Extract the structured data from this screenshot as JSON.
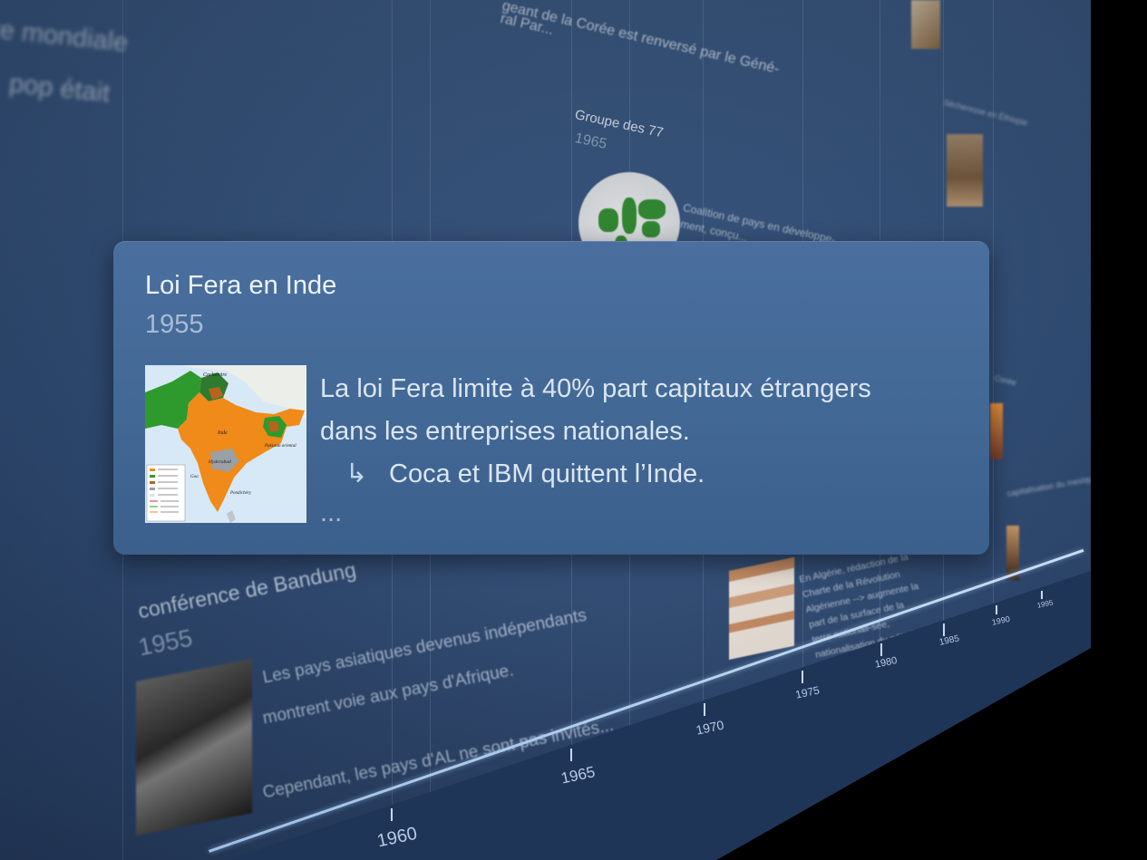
{
  "card": {
    "title": "Loi Fera en Inde",
    "year": "1955",
    "description_line1": "La loi Fera limite à 40% part capitaux étrangers",
    "description_line2": "dans les entreprises nationales.",
    "sub_point": "Coca et IBM quittent l’Inde.",
    "arrow_glyph": "↳",
    "ellipsis": "...",
    "map_labels": {
      "region1": "Cachemire",
      "country1": "Inde",
      "region2": "Hyderabad",
      "region3": "Pakistan oriental",
      "region4": "Pondichéry",
      "region5": "Goa"
    }
  },
  "background": {
    "upper_left_line1": "re mondiale",
    "upper_left_line2": "pop était",
    "top_fragment_line1": "geant de la Corée est renversé par le Géné-",
    "top_fragment_line2": "ral Par...",
    "bandung": {
      "title": "conférence de Bandung",
      "year": "1955",
      "line1": "Les pays asiatiques devenus indépendants",
      "line2": "montrent voie aux pays d'Afrique.",
      "line3": "Cependant, les pays d'AL ne sont pas invités..."
    },
    "groupe77": {
      "title": "Groupe des 77",
      "year": "1965",
      "desc_line1": "Coalition de pays en développe-",
      "desc_line2": "ment, conçu..."
    },
    "algerie": {
      "desc": "En Algérie, rédaction de la Charte de la Révolution Algérienne --> augmente la part de la surface de la terre nationali-sée, nationalisation du pétrole du gaz..."
    },
    "right_column": {
      "secheresse_title": "Sécheresse en Éthiopie",
      "corea_title": "Corée",
      "mexico_title": "capitalisation du mexique"
    }
  },
  "axis": {
    "ticks": [
      {
        "label": "1960"
      },
      {
        "label": "1965"
      },
      {
        "label": "1970"
      },
      {
        "label": "1975"
      },
      {
        "label": "1980"
      },
      {
        "label": "1985"
      },
      {
        "label": "1990"
      },
      {
        "label": "1995"
      }
    ]
  },
  "colors": {
    "wall": "#2f4f7c",
    "card": "#446a98",
    "india_orange": "#f08a18",
    "pakistan_green": "#2e9a2e",
    "axis_glow": "#c9def6"
  }
}
